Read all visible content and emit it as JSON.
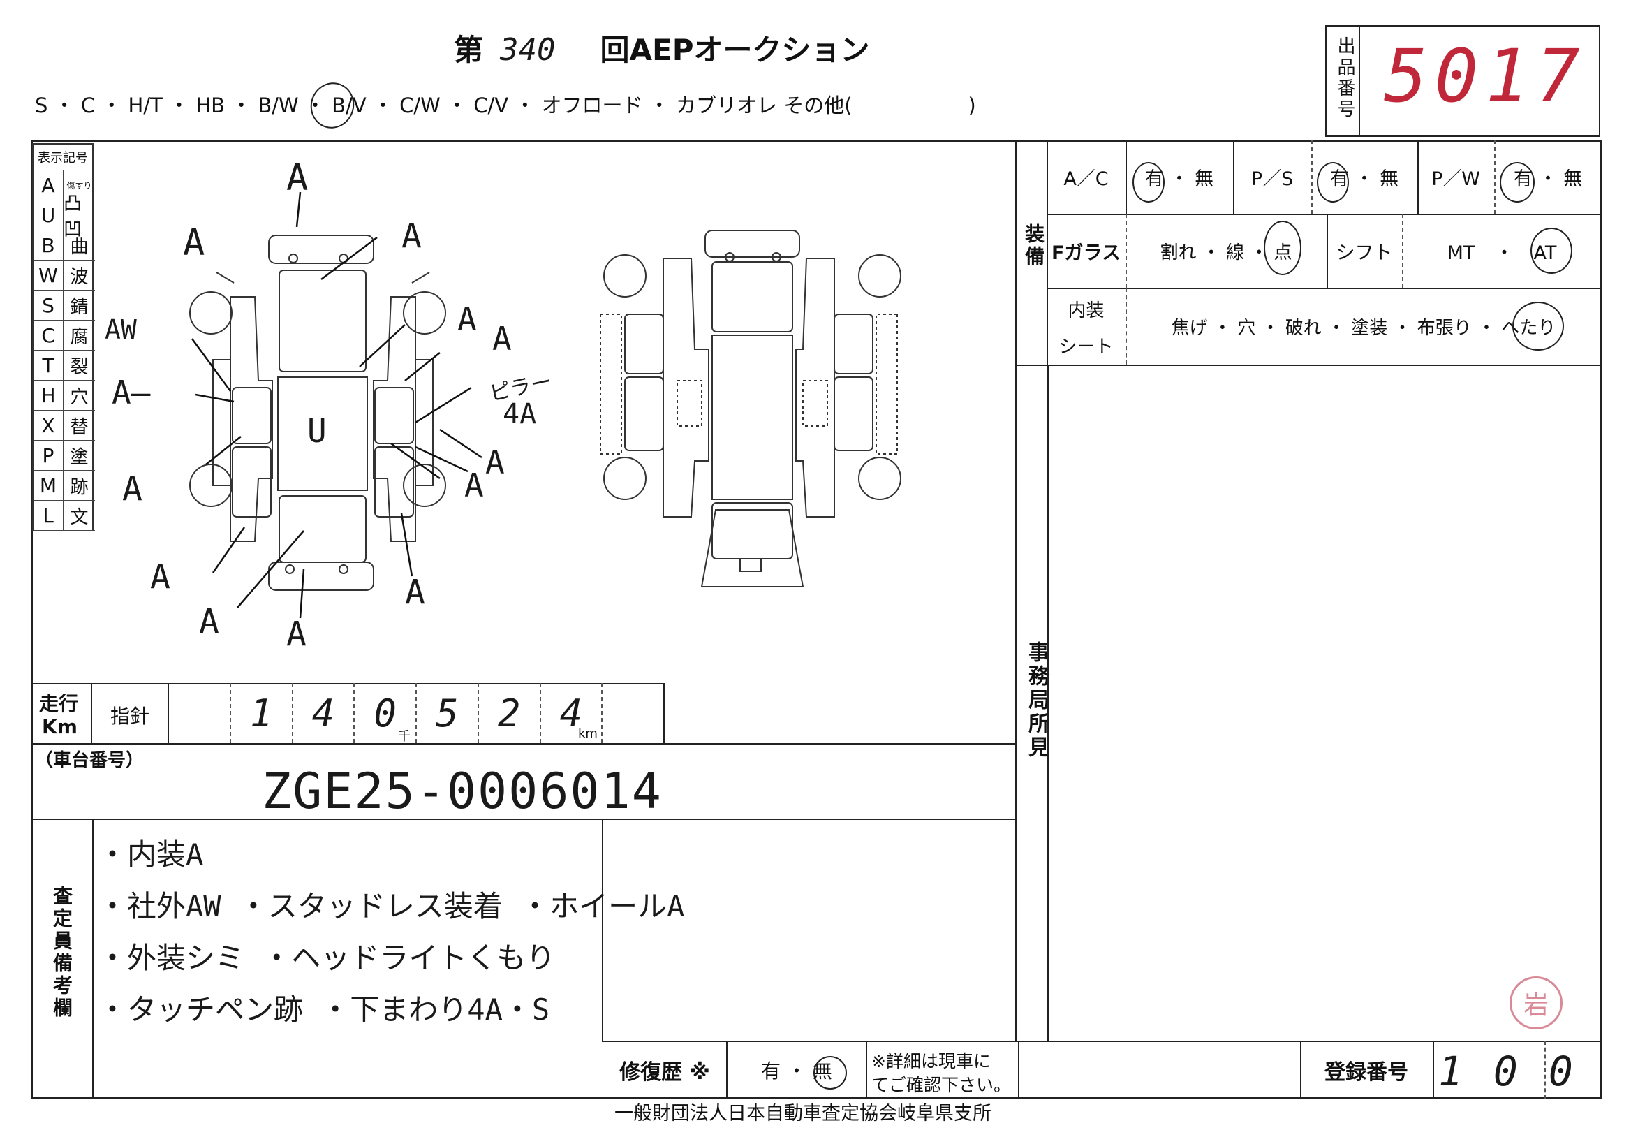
{
  "header": {
    "title_prefix": "第",
    "auction_number": "340",
    "title_suffix": "回AEPオークション",
    "body_types": "S ・ C ・ H/T ・ HB ・ B/W ・ B/V ・ C/W ・ C/V ・ オフロード ・ カブリオレ その他(                  )",
    "lot_label": "出品番号",
    "lot_number": "5017"
  },
  "legend": {
    "title": "表示記号",
    "items": [
      {
        "code": "A",
        "meaning": "傷すり"
      },
      {
        "code": "U",
        "meaning": "凸凹"
      },
      {
        "code": "B",
        "meaning": "曲"
      },
      {
        "code": "W",
        "meaning": "波"
      },
      {
        "code": "S",
        "meaning": "錆"
      },
      {
        "code": "C",
        "meaning": "腐"
      },
      {
        "code": "T",
        "meaning": "裂"
      },
      {
        "code": "H",
        "meaning": "穴"
      },
      {
        "code": "X",
        "meaning": "替"
      },
      {
        "code": "P",
        "meaning": "塗"
      },
      {
        "code": "M",
        "meaning": "跡"
      },
      {
        "code": "L",
        "meaning": "文"
      }
    ]
  },
  "diagram_marks": {
    "a": "A",
    "aw": "AW",
    "a_dash": "A—",
    "u": "U",
    "pillar": "ピラー",
    "pillar_4a": "4A"
  },
  "equipment": {
    "side_label": "装備",
    "ac_label": "A／C",
    "ps_label": "P／S",
    "pw_label": "P／W",
    "yes_no": "有 ・ 無",
    "fglass_label": "Fガラス",
    "fglass_options": "割れ ・ 線 ・ 点",
    "shift_label": "シフト",
    "shift_options": "MT ・ AT",
    "interior_label_1": "内装",
    "interior_label_2": "シート",
    "interior_options": "焦げ ・ 穴 ・ 破れ ・ 塗装 ・ 布張り ・ へたり"
  },
  "office_label": "事務局所見",
  "mileage": {
    "label_1": "走行",
    "label_2": "Km",
    "gauge_label": "指針",
    "digits": [
      "",
      "1",
      "4",
      "0",
      "5",
      "2",
      "4",
      ""
    ],
    "thousand_unit": "千",
    "km_unit": "km"
  },
  "chassis": {
    "label": "（車台番号）",
    "value": "ZGE25-0006014"
  },
  "remarks": {
    "side_label": "査定員備考欄",
    "lines": [
      "・内装A",
      "・社外AW ・スタッドレス装着 ・ホイールA",
      "・外装シミ ・ヘッドライトくもり",
      "・タッチペン跡 ・下まわり4A・S"
    ]
  },
  "repair": {
    "label": "修復歴 ※",
    "options": "有 ・ 無",
    "note_1": "※詳細は現車に",
    "note_2": "てご確認下さい。"
  },
  "registration": {
    "label": "登録番号",
    "value": "100"
  },
  "footer": "一般財団法人日本自動車査定協会岐阜県支所",
  "stamp": "岩"
}
